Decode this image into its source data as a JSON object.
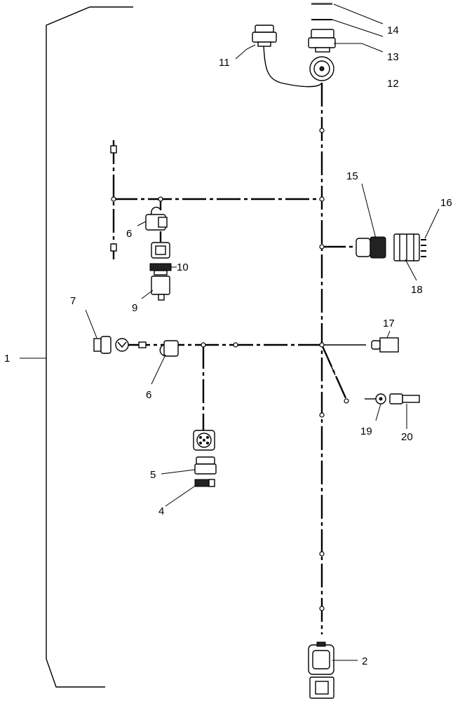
{
  "diagram": {
    "callouts": [
      {
        "id": "c1",
        "text": "1"
      },
      {
        "id": "c2",
        "text": "2"
      },
      {
        "id": "c4",
        "text": "4"
      },
      {
        "id": "c5",
        "text": "5"
      },
      {
        "id": "c6a",
        "text": "6"
      },
      {
        "id": "c6b",
        "text": "6"
      },
      {
        "id": "c7",
        "text": "7"
      },
      {
        "id": "c9",
        "text": "9"
      },
      {
        "id": "c10",
        "text": "10"
      },
      {
        "id": "c11",
        "text": "11"
      },
      {
        "id": "c12",
        "text": "12"
      },
      {
        "id": "c13",
        "text": "13"
      },
      {
        "id": "c14",
        "text": "14"
      },
      {
        "id": "c15",
        "text": "15"
      },
      {
        "id": "c16",
        "text": "16"
      },
      {
        "id": "c17",
        "text": "17"
      },
      {
        "id": "c18",
        "text": "18"
      },
      {
        "id": "c19",
        "text": "19"
      },
      {
        "id": "c20",
        "text": "20"
      }
    ]
  }
}
